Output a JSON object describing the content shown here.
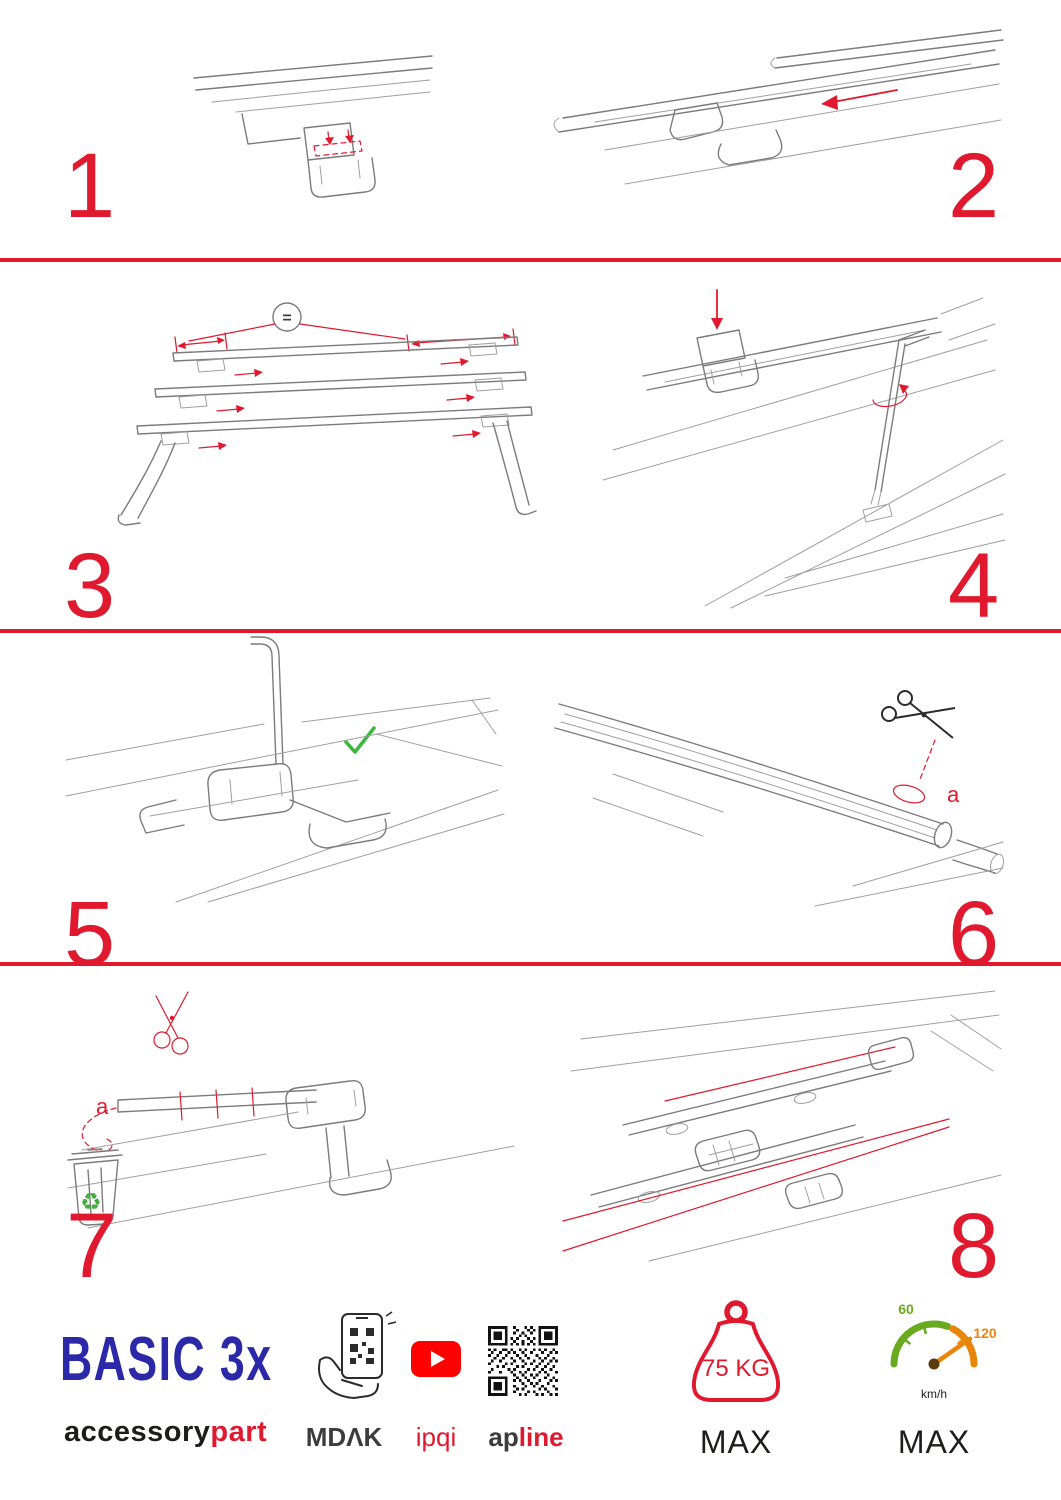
{
  "steps": [
    {
      "number": "1"
    },
    {
      "number": "2"
    },
    {
      "number": "3",
      "equal_symbol": "="
    },
    {
      "number": "4"
    },
    {
      "number": "5"
    },
    {
      "number": "6",
      "cut_label": "a"
    },
    {
      "number": "7",
      "cut_label": "a"
    },
    {
      "number": "8"
    }
  ],
  "icons": {
    "recycle": "♻"
  },
  "colors": {
    "accent_red": "#e0192e",
    "brand_blue": "#2b29a8",
    "check_green": "#3bb83b",
    "gauge_green": "#6aaa1e",
    "gauge_orange": "#e8860c",
    "youtube_red": "#ff0000"
  },
  "footer": {
    "product_name": "BASIC 3x",
    "brand": {
      "black": "accessory",
      "red": "part"
    },
    "partners": {
      "mdak": "MDΛK",
      "ipqi": "ipqi",
      "apline_black": "ap",
      "apline_red": "line"
    },
    "weight": {
      "value": "75 KG",
      "max_label": "MAX"
    },
    "speedometer": {
      "low": "60",
      "high": "120",
      "unit": "km/h",
      "max_label": "MAX"
    }
  }
}
